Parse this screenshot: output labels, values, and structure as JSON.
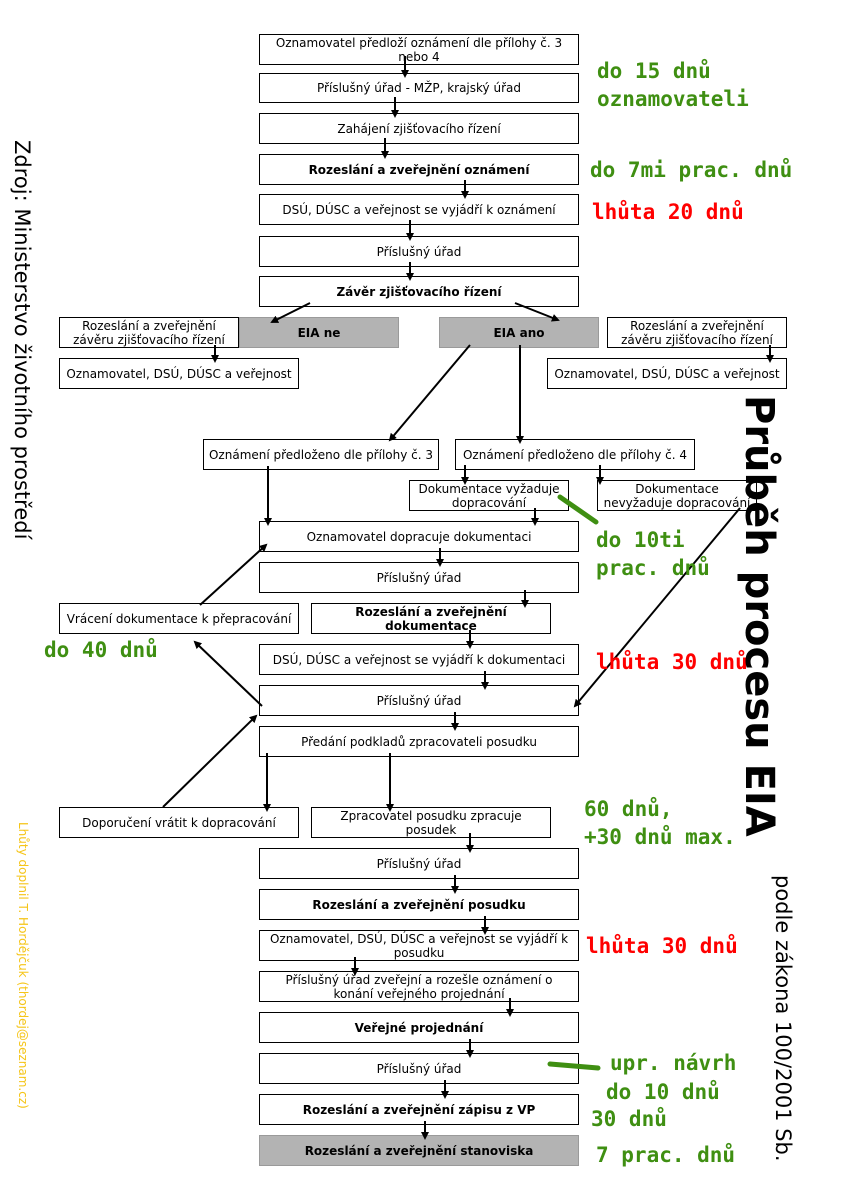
{
  "title": "Průběh procesu EIA",
  "subtitle": "podle zákona 100/2001 Sb.",
  "source": "Zdroj: Ministerstvo životního prostředí",
  "credit": "Lhůty doplnil T. Hordějčuk (thordej@seznam.cz)",
  "colors": {
    "green": "#3f8f12",
    "red": "#ff0000",
    "grey_box": "#b3b3b3",
    "credit": "#f5c518"
  },
  "steps": {
    "s1": "Oznamovatel předloží oznámení dle přílohy č. 3 nebo 4",
    "s2": "Příslušný úřad - MŽP, krajský úřad",
    "s3": "Zahájení zjišťovacího řízení",
    "s4": "Rozeslání a zveřejnění oznámení",
    "s5": "DSÚ, DÚSC a veřejnost se vyjádří k oznámení",
    "s6": "Příslušný úřad",
    "s7": "Závěr zjišťovacího řízení",
    "eia_ne": "EIA ne",
    "eia_ano": "EIA ano",
    "left_pub": "Rozeslání a zveřejnění závěru zjišťovacího řízení",
    "left_notify": "Oznamovatel, DSÚ, DÚSC a veřejnost",
    "right_pub": "Rozeslání a zveřejnění závěru zjišťovacího řízení",
    "right_notify": "Oznamovatel, DSÚ, DÚSC a veřejnost",
    "p3": "Oznámení předloženo dle přílohy č. 3",
    "p4": "Oznámení předloženo dle přílohy č. 4",
    "doc_needs": "Dokumentace vyžaduje dopracování",
    "doc_no_need": "Dokumentace nevyžaduje dopracování",
    "rework": "Oznamovatel dopracuje dokumentaci",
    "office2": "Příslušný úřad",
    "return_doc": "Vrácení dokumentace k přepracování",
    "pub_doc": "Rozeslání a zveřejnění dokumentace",
    "comment_doc": "DSÚ, DÚSC a veřejnost se vyjádří k dokumentaci",
    "office3": "Příslušný úřad",
    "handover": "Předání podkladů zpracovateli posudku",
    "recommend": "Doporučení vrátit k dopracování",
    "evaluator": "Zpracovatel posudku zpracuje posudek",
    "office4": "Příslušný úřad",
    "pub_review": "Rozeslání a zveřejnění posudku",
    "comment_review": "Oznamovatel, DSÚ, DÚSC a veřejnost se vyjádří k posudku",
    "hearing_notice": "Příslušný úřad zveřejní a rozešle oznámení o konání veřejného projednání",
    "hearing": "Veřejné projednání",
    "office5": "Příslušný úřad",
    "pub_minutes": "Rozeslání a zveřejnění zápisu z VP",
    "pub_opinion": "Rozeslání a zveřejnění stanoviska"
  },
  "deadlines": {
    "d1a": "do 15 dnů",
    "d1b": "oznamovateli",
    "d2": "do 7mi prac. dnů",
    "d3": "lhůta 20 dnů",
    "d4a": "do 10ti",
    "d4b": "prac. dnů",
    "d5": "do 40 dnů",
    "d6": "lhůta 30 dnů",
    "d7a": "60 dnů,",
    "d7b": "+30 dnů max.",
    "d8": "lhůta 30 dnů",
    "d9a": "upr. návrh",
    "d9b": "do 10 dnů",
    "d10": "30 dnů",
    "d11": "7 prac. dnů"
  }
}
